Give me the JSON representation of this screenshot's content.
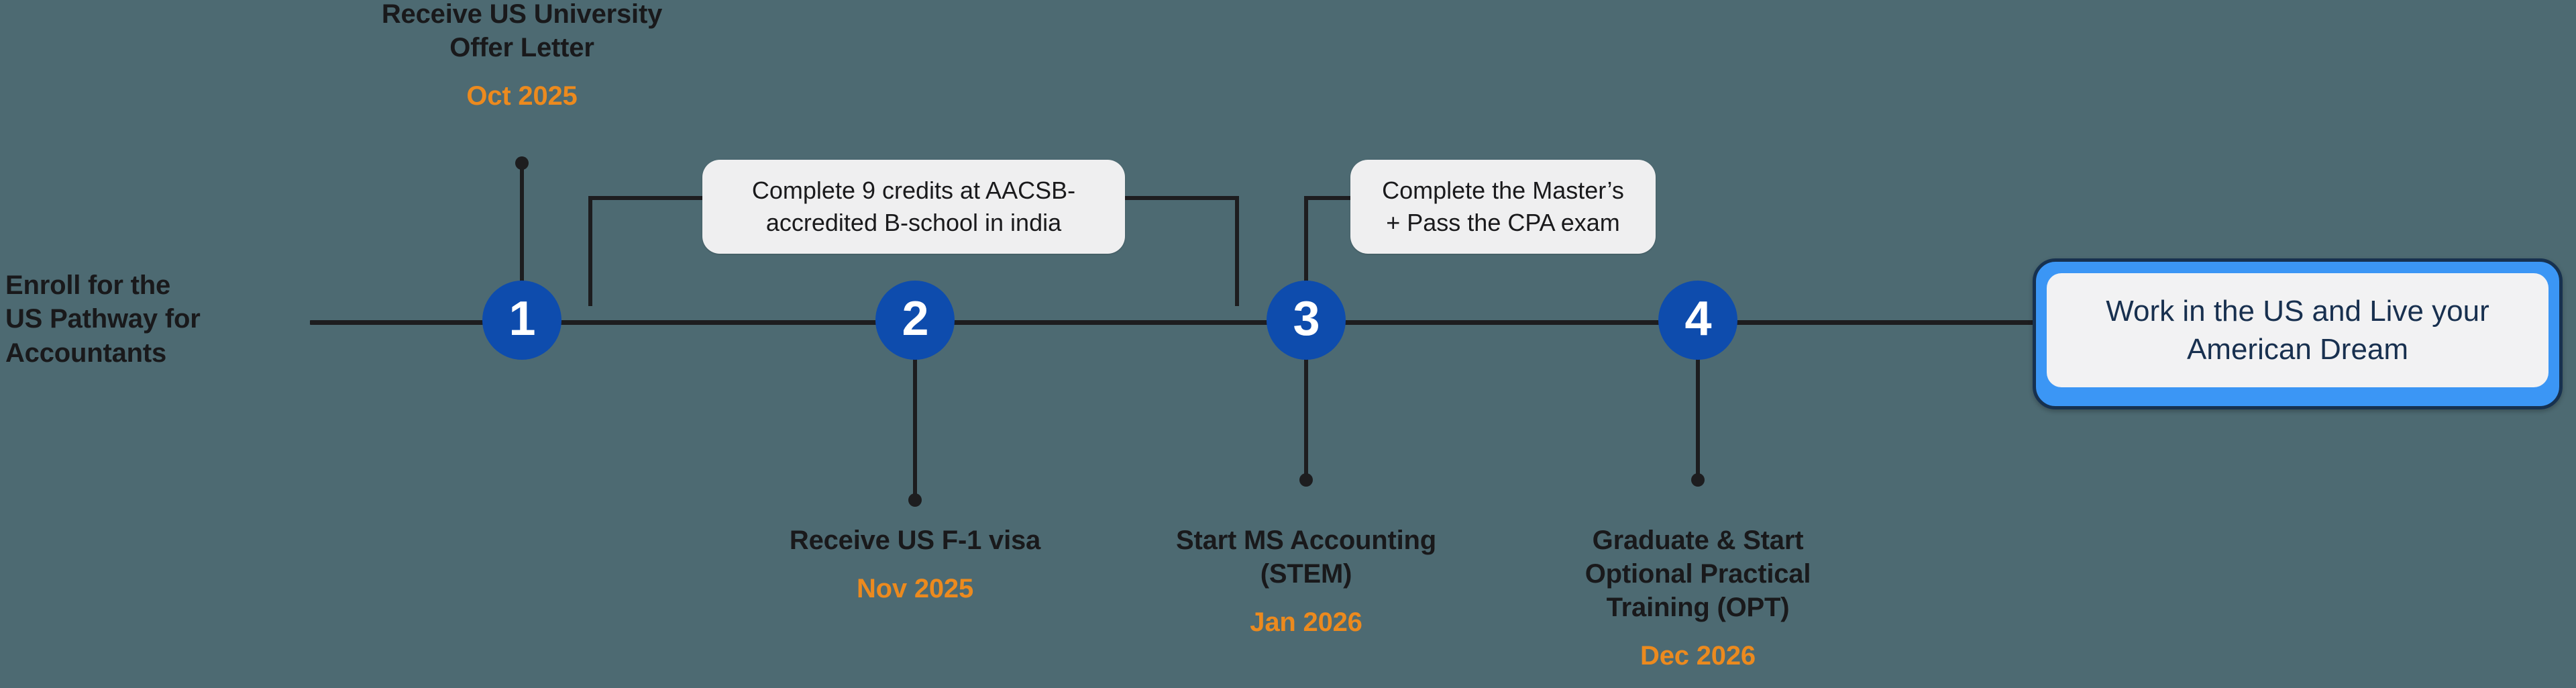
{
  "theme": {
    "background": "#4d6a72",
    "node_blue": "#0e4cad",
    "line_dark": "#1d1d1f",
    "date_orange": "#ec8a1e",
    "text_dark": "#19191b",
    "callout_bg": "#efeff0",
    "final_frame_blue": "#3b96f5",
    "final_frame_border": "#17314f",
    "final_inner_bg": "#f2f2f3",
    "final_text": "#18304f"
  },
  "side_label": {
    "text": "Enroll for the\nUS Pathway for\nAccountants"
  },
  "nodes": [
    {
      "number": "1"
    },
    {
      "number": "2"
    },
    {
      "number": "3"
    },
    {
      "number": "4"
    }
  ],
  "milestones": [
    {
      "id": "offer-letter",
      "title": "Receive US University\nOffer Letter",
      "date": "Oct 2025",
      "position": "above",
      "node": "1"
    },
    {
      "id": "f1-visa",
      "title": "Receive US F-1 visa",
      "date": "Nov 2025",
      "position": "below",
      "node": "2"
    },
    {
      "id": "ms-accounting",
      "title": "Start MS Accounting\n(STEM)",
      "date": "Jan 2026",
      "position": "below",
      "node": "3"
    },
    {
      "id": "graduate-opt",
      "title": "Graduate & Start\nOptional Practical\nTraining (OPT)",
      "date": "Dec 2026",
      "position": "below",
      "node": "4"
    }
  ],
  "callouts": [
    {
      "id": "aacsb-credits",
      "text": "Complete 9 credits at AACSB-\naccredited B-school in india",
      "between": "1-2"
    },
    {
      "id": "masters-cpa",
      "text": "Complete the Master’s\n+ Pass the CPA exam",
      "between": "3-4"
    }
  ],
  "final": {
    "text": "Work in the US and Live your\nAmerican Dream"
  }
}
